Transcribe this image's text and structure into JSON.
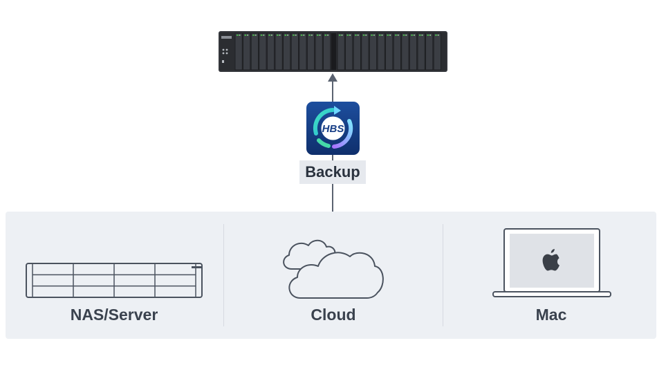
{
  "backup": {
    "label": "Backup",
    "app_icon_text": "HBS"
  },
  "sources": [
    {
      "id": "nas-server",
      "label": "NAS/Server",
      "icon": "nas-server-icon"
    },
    {
      "id": "cloud",
      "label": "Cloud",
      "icon": "cloud-icon"
    },
    {
      "id": "mac",
      "label": "Mac",
      "icon": "laptop-apple-icon"
    }
  ],
  "colors": {
    "rack_body": "#2b2d31",
    "connector": "#5a6270",
    "panel_bg": "#edf0f4",
    "label_bg": "#e6e9ee",
    "text": "#3a424e",
    "hbs_bg": "#173e86",
    "hbs_ring_teal": "#34d6b8",
    "hbs_ring_purple": "#a873ff"
  }
}
